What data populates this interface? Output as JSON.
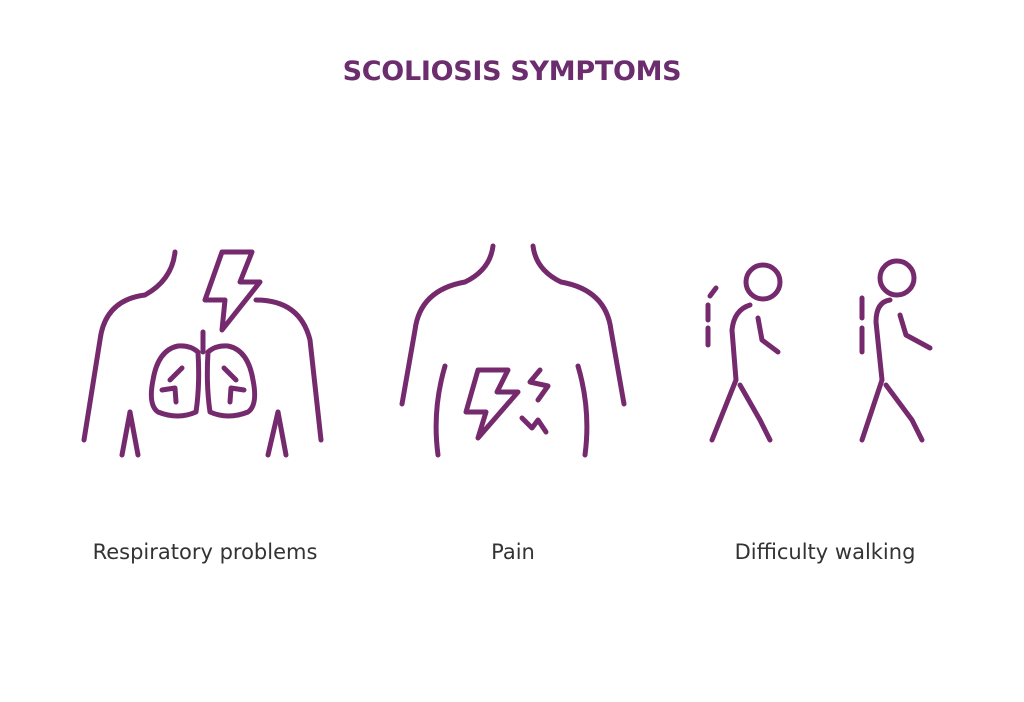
{
  "title": "SCOLIOSIS SYMPTOMS",
  "accent_color": "#762a6e",
  "text_color": "#333333",
  "symptoms": [
    {
      "label": "Respiratory problems",
      "icon": "lungs-torso-icon"
    },
    {
      "label": "Pain",
      "icon": "back-pain-icon"
    },
    {
      "label": "Difficulty walking",
      "icon": "walking-figures-icon"
    }
  ]
}
